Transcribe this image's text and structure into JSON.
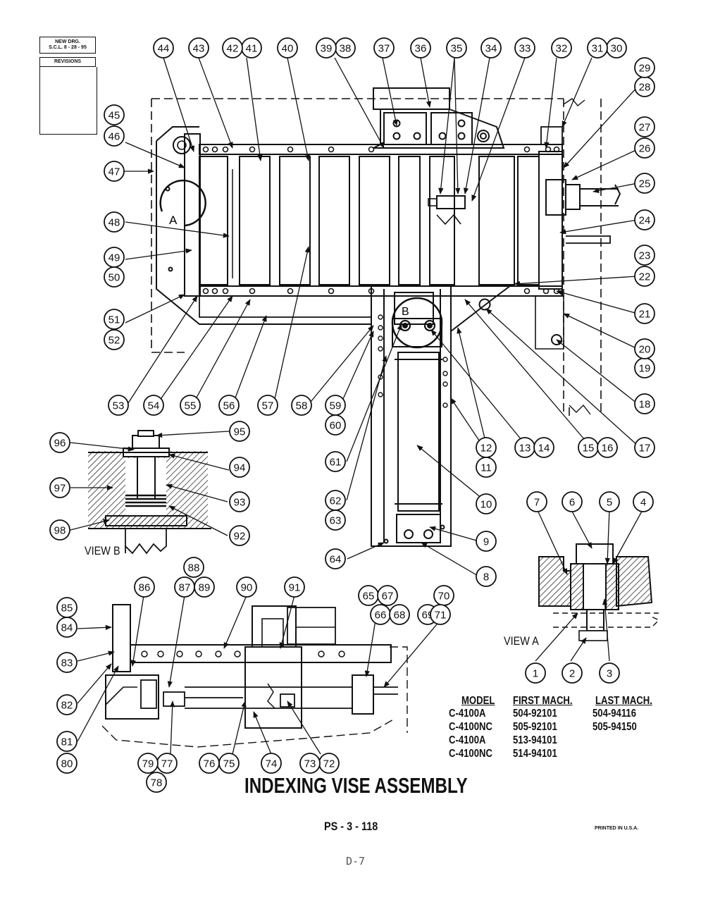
{
  "revision_block": {
    "new_drawing": "NEW DRG.",
    "scl": "S.C.L. 8 - 28 - 95",
    "revisions": "REVISIONS"
  },
  "callouts": [
    "1",
    "2",
    "3",
    "4",
    "5",
    "6",
    "7",
    "8",
    "9",
    "10",
    "11",
    "12",
    "13",
    "14",
    "15",
    "16",
    "17",
    "18",
    "19",
    "20",
    "21",
    "22",
    "23",
    "24",
    "25",
    "26",
    "27",
    "28",
    "29",
    "30",
    "31",
    "32",
    "33",
    "34",
    "35",
    "36",
    "37",
    "38",
    "39",
    "40",
    "41",
    "42",
    "43",
    "44",
    "45",
    "46",
    "47",
    "48",
    "49",
    "50",
    "51",
    "52",
    "53",
    "54",
    "55",
    "56",
    "57",
    "58",
    "59",
    "60",
    "61",
    "62",
    "63",
    "64",
    "65",
    "66",
    "67",
    "68",
    "69",
    "70",
    "71",
    "72",
    "73",
    "74",
    "75",
    "76",
    "77",
    "78",
    "79",
    "80",
    "81",
    "82",
    "83",
    "84",
    "85",
    "86",
    "87",
    "88",
    "89",
    "90",
    "91",
    "92",
    "93",
    "94",
    "95",
    "96",
    "97",
    "98"
  ],
  "view_labels": {
    "detail_a": "A",
    "detail_b": "B",
    "view_a": "VIEW A",
    "view_b": "VIEW B"
  },
  "model_table": {
    "headers": [
      "MODEL",
      "FIRST MACH.",
      "LAST MACH."
    ],
    "rows": [
      [
        "C-4100A",
        "504-92101",
        "504-94116"
      ],
      [
        "C-4100NC",
        "505-92101",
        "505-94150"
      ],
      [
        "C-4100A",
        "513-94101",
        ""
      ],
      [
        "C-4100NC",
        "514-94101",
        ""
      ]
    ]
  },
  "title": "INDEXING VISE ASSEMBLY",
  "page_code": "PS - 3 - 118",
  "printed": "PRINTED IN U.S.A.",
  "page_number": "D-7"
}
